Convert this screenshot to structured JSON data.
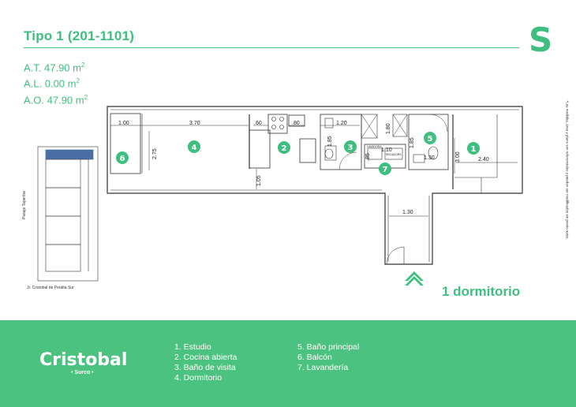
{
  "header": {
    "title": "Tipo 1 (201-1101)",
    "tower_letter": "S"
  },
  "areas": {
    "at": "A.T. 47.90 m",
    "al": "A.L. 0.00 m",
    "ao": "A.O. 47.90 m",
    "unit_sup": "2"
  },
  "side_note": "*Las medidas, área y plano son referenciales y pueden ser modificados sin previo aviso.",
  "plan": {
    "dimensions": {
      "d1": "1.00",
      "d2": "3.70",
      "d3": ".60",
      "d4": ".80",
      "d5": "1.20",
      "d6": "1.80",
      "d7": "1.85",
      "d8": "3.00",
      "d9": "2.40",
      "d10": "2.75",
      "d11": "1.05",
      "d12": "1.30",
      "d13": "1.85",
      "d14": ".85",
      "d15": "1.30",
      "d16": "1.10"
    },
    "room_numbers": {
      "r1": "1",
      "r2": "2",
      "r3": "3",
      "r4": "4",
      "r5": "5",
      "r6": "6",
      "r7": "7"
    },
    "appliance_labels": {
      "a1": "LAVADORA",
      "a2": "SECADORA"
    },
    "accent_color": "#3fbf7f"
  },
  "location": {
    "street_vertical": "Pasaje Taperiba",
    "street_horizontal": "Jr. Cristobal de Peralta Sur"
  },
  "dorm_label": "1 dormitorio",
  "footer": {
    "brand": "Cristobal",
    "brand_sub": "• Surco •",
    "legend_left": [
      "1. Estudio",
      "2. Cocina abierta",
      "3. Baño de visita",
      "4. Dormitorio"
    ],
    "legend_right": [
      "5. Baño principal",
      "6. Balcón",
      "7. Lavandería"
    ],
    "bg_color": "#4cc280"
  }
}
